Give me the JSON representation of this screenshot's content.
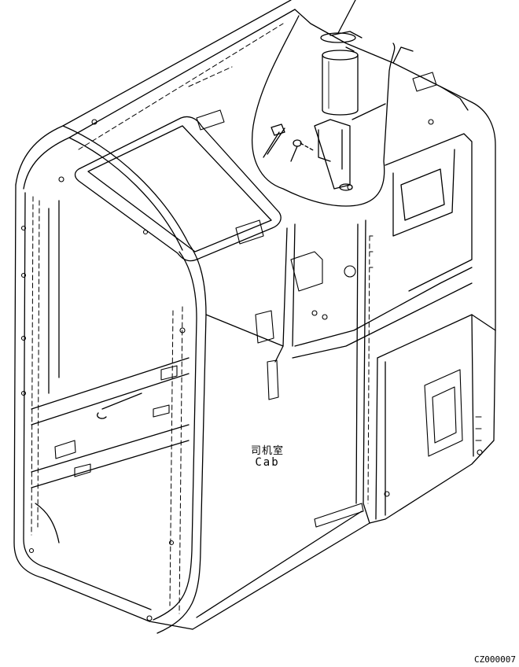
{
  "labels": {
    "cab_cn": "司机室",
    "cab_en": "Cab",
    "drawing_code": "CZ000007"
  },
  "colors": {
    "line": "#000000",
    "background": "#ffffff"
  }
}
